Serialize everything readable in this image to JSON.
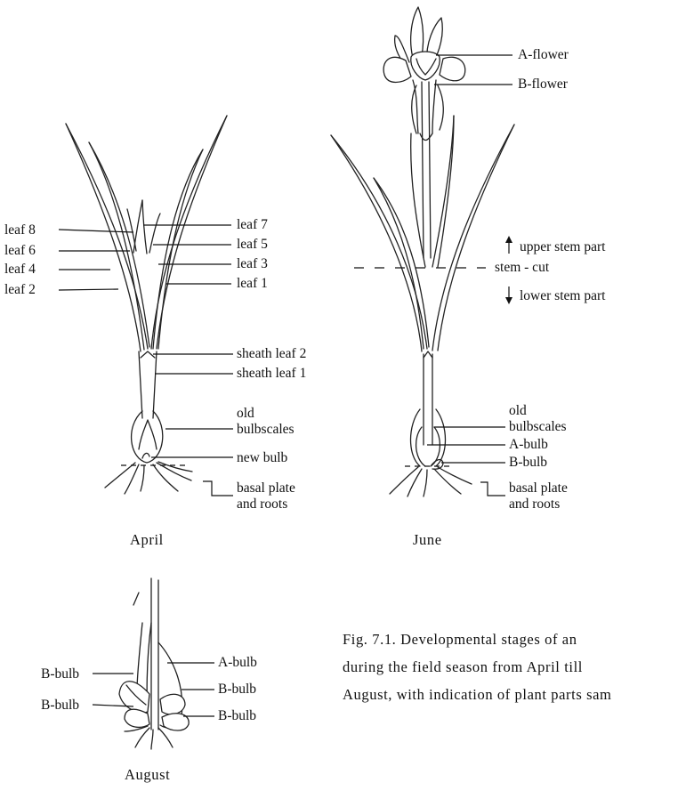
{
  "april": {
    "title": "April",
    "labels": {
      "leaf8": "leaf 8",
      "leaf6": "leaf 6",
      "leaf4": "leaf 4",
      "leaf2": "leaf 2",
      "leaf7": "leaf 7",
      "leaf5": "leaf 5",
      "leaf3": "leaf 3",
      "leaf1": "leaf 1",
      "sheath2": "sheath leaf 2",
      "sheath1": "sheath leaf 1",
      "old1": "old",
      "old2": "bulbscales",
      "newbulb": "new bulb",
      "basal1": "basal plate",
      "basal2": "and roots"
    }
  },
  "june": {
    "title": "June",
    "labels": {
      "aflower": "A-flower",
      "bflower": "B-flower",
      "upper": "upper stem part",
      "cut": "stem - cut",
      "lower": "lower stem part",
      "old1": "old",
      "old2": "bulbscales",
      "abulb": "A-bulb",
      "bbulb": "B-bulb",
      "basal1": "basal plate",
      "basal2": "and roots"
    }
  },
  "august": {
    "title": "August",
    "labels": {
      "bl1": "B-bulb",
      "bl2": "B-bulb",
      "abulb": "A-bulb",
      "br1": "B-bulb",
      "br2": "B-bulb"
    }
  },
  "caption": {
    "line1": "Fig. 7.1. Developmental stages of an",
    "line2": "during the field season from April till",
    "line3": "August, with indication of plant parts sam"
  }
}
